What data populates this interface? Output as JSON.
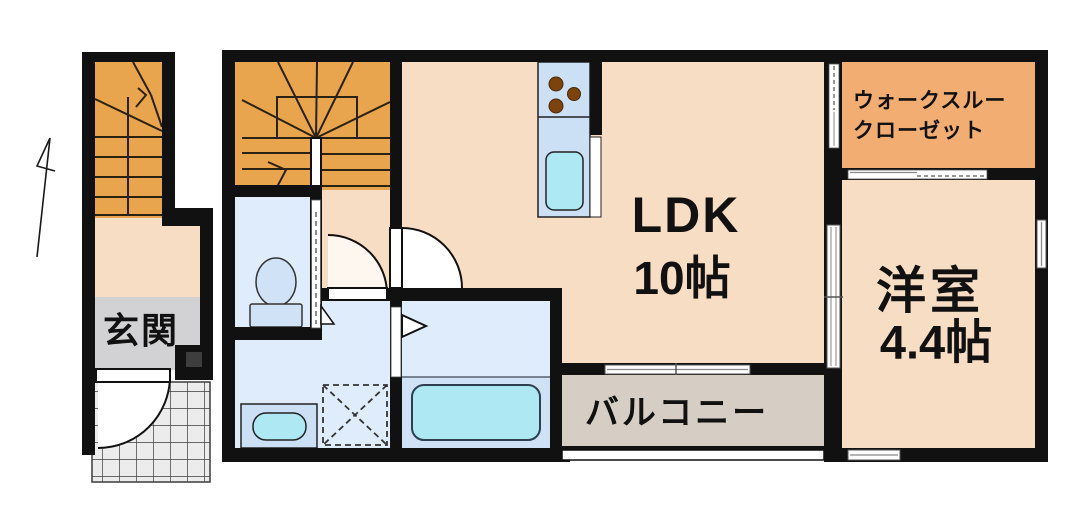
{
  "floorplan": {
    "rooms": {
      "ldk": {
        "name": "LDK",
        "size": "10帖"
      },
      "western_room": {
        "name": "洋室",
        "size": "4.4帖"
      },
      "balcony": {
        "name": "バルコニー"
      },
      "entrance": {
        "name": "玄関"
      },
      "walk_through_closet": {
        "name_line1": "ウォークスルー",
        "name_line2": "クローゼット"
      }
    },
    "icons": {
      "stove": "stove-burners-icon",
      "kitchen_sink": "kitchen-sink-icon",
      "toilet": "toilet-icon",
      "washbasin": "washbasin-icon",
      "washing_machine_pan": "washing-machine-pan-icon",
      "bathtub": "bathtub-icon",
      "north_arrow": "north-arrow-icon",
      "stairs_up": "stairs-direction-arrow-icon"
    },
    "colors": {
      "wall": "#111111",
      "room_beige": "#f8ddc5",
      "stairs_orange": "#e9a44e",
      "closet_orange": "#f1ad72",
      "water_room_blue": "#dfecfb",
      "bath_lower_blue": "#cfe1f5",
      "fixture_blue": "#cbdff5",
      "basin_cyan": "#aee9f3",
      "balcony_gray": "#d6cec5",
      "entrance_gray": "#d2d2d4",
      "burner_brown": "#7c430f"
    }
  }
}
